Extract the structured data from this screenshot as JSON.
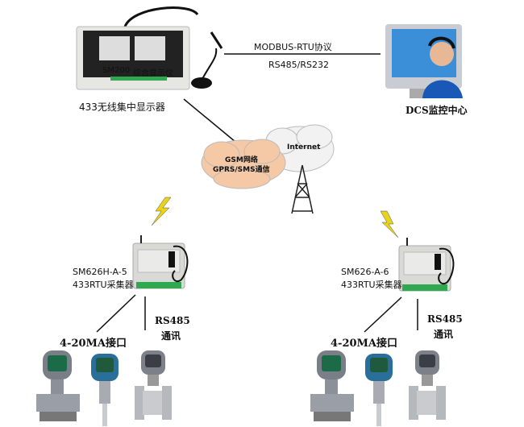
{
  "display_device": {
    "model_label": "SM200",
    "name_on_panel": "综合显示仪",
    "caption": "433无线集中显示器"
  },
  "link_top": {
    "protocol": "MODBUS-RTU协议",
    "interface": "RS485/RS232"
  },
  "dcs": {
    "caption": "DCS监控中心"
  },
  "network": {
    "gsm_line1": "GSM网络",
    "gsm_line2": "GPRS/SMS通信",
    "internet": "Internet"
  },
  "rtu_left": {
    "model": "SM626H-A-5",
    "type": "433RTU采集器",
    "rs485_line1": "RS485",
    "rs485_line2": "通讯",
    "analog": "4-20MA接口"
  },
  "rtu_right": {
    "model": "SM626-A-6",
    "type": "433RTU采集器",
    "rs485_line1": "RS485",
    "rs485_line2": "通讯",
    "analog": "4-20MA接口"
  },
  "colors": {
    "gsm_cloud": "#f6c9a6",
    "internet_cloud": "#f2f2f2",
    "lightning": "#e8d21a",
    "device_panel": "#1f1f1f",
    "terminal_green": "#2fa84f"
  }
}
